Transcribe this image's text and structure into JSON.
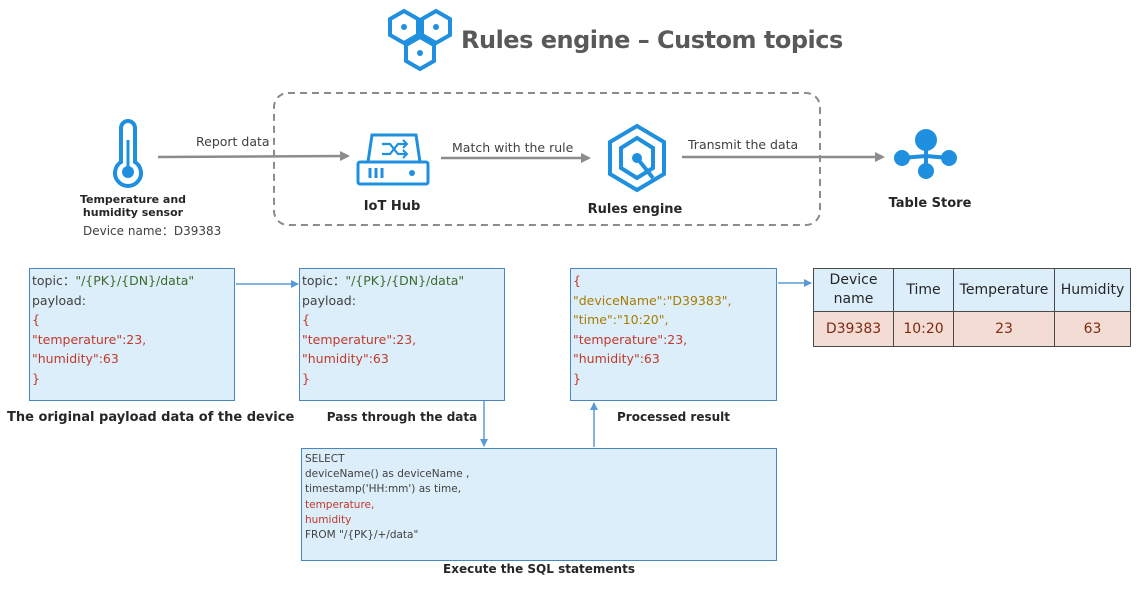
{
  "header": {
    "title": "Rules engine – Custom topics"
  },
  "flow": {
    "sensor": {
      "label_line1": "Temperature and",
      "label_line2": "humidity sensor",
      "device_name": "Device name：D39383"
    },
    "report_label": "Report data",
    "iot_hub_label": "IoT Hub",
    "match_label": "Match with  the rule",
    "rules_engine_label": "Rules engine",
    "transmit_label": "Transmit the data",
    "table_store_label": "Table Store"
  },
  "original_box": {
    "topic_prefix": "topic：",
    "topic_value": "\"/{PK}/{DN}/data\"",
    "payload_label": "payload:",
    "open": "{",
    "temperature": "\"temperature\":23,",
    "humidity": "\"humidity\":63",
    "close": "}",
    "caption": "The original payload data of the device"
  },
  "pass_box": {
    "topic_prefix": "topic：",
    "topic_value": "\"/{PK}/{DN}/data\"",
    "payload_label": "payload:",
    "open": "{",
    "temperature": "\"temperature\":23,",
    "humidity": "\"humidity\":63",
    "close": "}",
    "caption": "Pass through the data"
  },
  "result_box": {
    "open": "{",
    "device_name": "\"deviceName\":\"D39383\",",
    "time": "\"time\":\"10:20\",",
    "temperature": "\"temperature\":23,",
    "humidity": "\"humidity\":63",
    "close": "}",
    "caption": "Processed result"
  },
  "sql_box": {
    "lines": [
      "SELECT",
      "deviceName() as deviceName ,",
      "timestamp('HH:mm') as time,",
      "temperature,",
      "humidity",
      "FROM \"/{PK}/+/data\""
    ],
    "caption": "Execute the SQL statements"
  },
  "table": {
    "headers": [
      "Device name",
      "Time",
      "Temperature",
      "Humidity"
    ],
    "header_line1": "Device",
    "header_line2": "name",
    "row": [
      "D39383",
      "10:20",
      "23",
      "63"
    ]
  },
  "colors": {
    "accent_blue": "#1f8fe0",
    "box_fill": "#ddeefb",
    "box_border": "#4a86c4",
    "arrow_gray": "#8c8c8c",
    "code_red": "#c0392b",
    "code_green": "#3d6b2c",
    "code_gold": "#a67c00",
    "table_cell_fill": "#f2dcd4"
  },
  "icons": [
    "hexagon-cluster-icon",
    "thermometer-icon",
    "iot-hub-icon",
    "rules-engine-icon",
    "table-store-icon"
  ]
}
